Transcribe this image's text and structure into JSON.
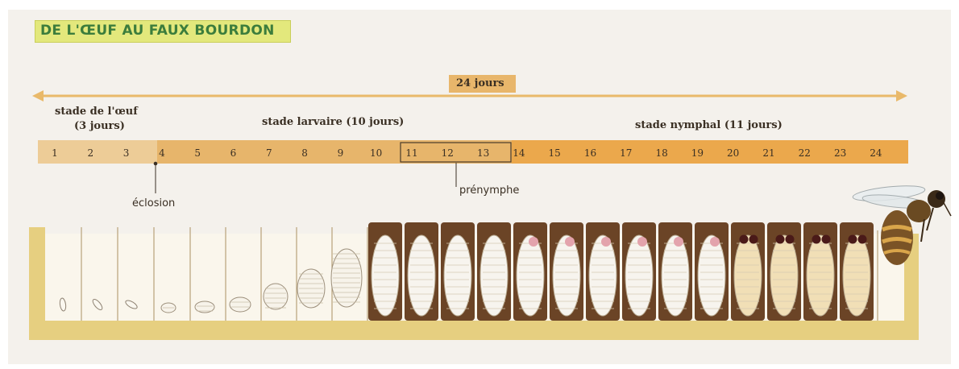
{
  "title": "DE L'ŒUF AU FAUX BOURDON",
  "duration_label": "24 jours",
  "stages": {
    "egg": {
      "line1": "stade de l'œuf",
      "line2": "(3 jours)"
    },
    "larval": "stade larvaire (10 jours)",
    "nymphal": "stade nymphal (11 jours)"
  },
  "days": [
    "1",
    "2",
    "3",
    "4",
    "5",
    "6",
    "7",
    "8",
    "9",
    "10",
    "11",
    "12",
    "13",
    "14",
    "15",
    "16",
    "17",
    "18",
    "19",
    "20",
    "21",
    "22",
    "23",
    "24"
  ],
  "annotations": {
    "hatching": "éclosion",
    "prepupa": "prénymphe"
  },
  "colors": {
    "title_bg": "#e3e87c",
    "title_text": "#3c7d3c",
    "egg_band": "#edcc97",
    "larval_band": "#e7b56b",
    "nymph_band": "#eba84c",
    "duration_arrow": "#e9b96a",
    "comb": "#e6cf80",
    "sealed_cell": "#6b4426"
  },
  "icons": [
    "bee-icon",
    "egg-icon",
    "larva-icon",
    "pupa-icon"
  ]
}
